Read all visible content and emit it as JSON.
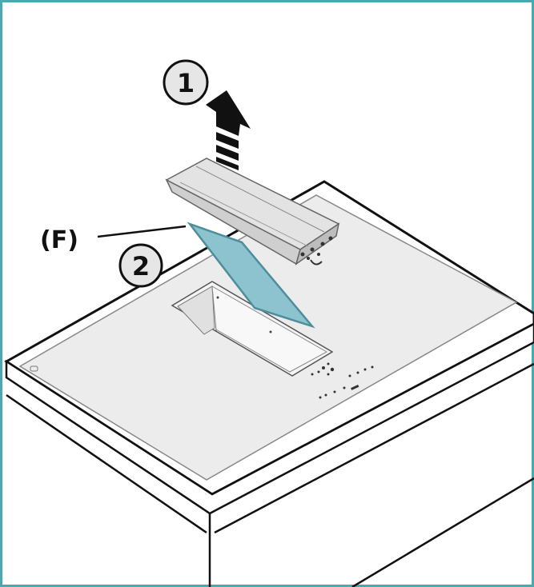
{
  "callouts": {
    "step1": "1",
    "step2": "2",
    "filter_label": "(F)"
  },
  "colors": {
    "frame_border": "#4aa8b0",
    "filter_panel": "#8cc3cf",
    "hob_surface": "#ececec",
    "grease_tray": "#d9d9d9",
    "callout_fill": "#e6e6e6"
  },
  "icons": {
    "lift_direction": "arrow-up-icon"
  }
}
